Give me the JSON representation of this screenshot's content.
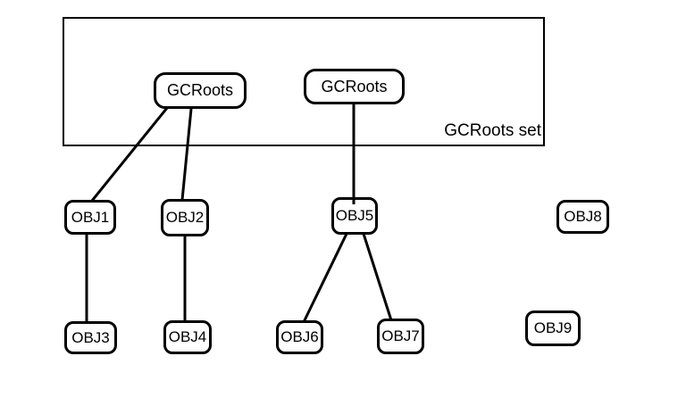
{
  "gcroots_set": {
    "label": "GCRoots set",
    "roots": [
      {
        "label": "GCRoots"
      },
      {
        "label": "GCRoots"
      }
    ]
  },
  "objects": [
    {
      "label": "OBJ1"
    },
    {
      "label": "OBJ2"
    },
    {
      "label": "OBJ3"
    },
    {
      "label": "OBJ4"
    },
    {
      "label": "OBJ5"
    },
    {
      "label": "OBJ6"
    },
    {
      "label": "OBJ7"
    },
    {
      "label": "OBJ8"
    },
    {
      "label": "OBJ9"
    }
  ],
  "edges": [
    {
      "from": "GCRoots-1",
      "to": "OBJ1"
    },
    {
      "from": "GCRoots-1",
      "to": "OBJ2"
    },
    {
      "from": "GCRoots-2",
      "to": "OBJ5"
    },
    {
      "from": "OBJ1",
      "to": "OBJ3"
    },
    {
      "from": "OBJ2",
      "to": "OBJ4"
    },
    {
      "from": "OBJ5",
      "to": "OBJ6"
    },
    {
      "from": "OBJ5",
      "to": "OBJ7"
    }
  ],
  "colors": {
    "line": "#000000",
    "background": "#ffffff",
    "text": "#000000"
  }
}
